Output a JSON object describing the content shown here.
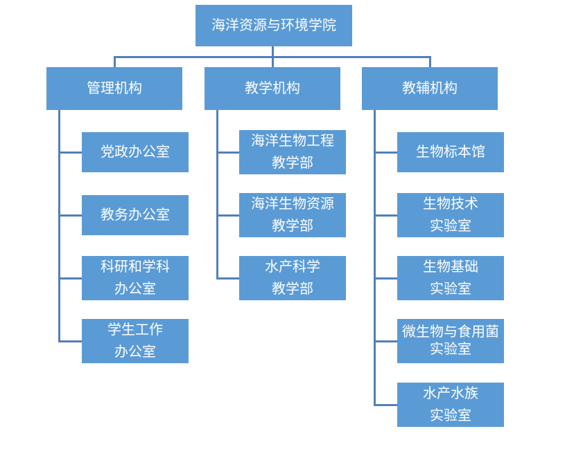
{
  "diagram": {
    "type": "org-chart",
    "title": "海洋资源与环境学院",
    "branches": [
      {
        "label": "管理机构",
        "children": [
          {
            "lines": [
              "党政办公室"
            ]
          },
          {
            "lines": [
              "教务办公室"
            ]
          },
          {
            "lines": [
              "科研和学科",
              "办公室"
            ]
          },
          {
            "lines": [
              "学生工作",
              "办公室"
            ]
          }
        ]
      },
      {
        "label": "教学机构",
        "children": [
          {
            "lines": [
              "海洋生物工程",
              "教学部"
            ]
          },
          {
            "lines": [
              "海洋生物资源",
              "教学部"
            ]
          },
          {
            "lines": [
              "水产科学",
              "教学部"
            ]
          }
        ]
      },
      {
        "label": "教辅机构",
        "children": [
          {
            "lines": [
              "生物标本馆"
            ]
          },
          {
            "lines": [
              "生物技术",
              "实验室"
            ]
          },
          {
            "lines": [
              "生物基础",
              "实验室"
            ]
          },
          {
            "lines": [
              "微生物与食用菌",
              "实验室"
            ]
          },
          {
            "lines": [
              "水产水族",
              "实验室"
            ]
          }
        ]
      }
    ],
    "colors": {
      "box_fill": "#5b9bd5",
      "box_text": "#ffffff",
      "connector": "#5080ba",
      "background": "#ffffff"
    }
  }
}
